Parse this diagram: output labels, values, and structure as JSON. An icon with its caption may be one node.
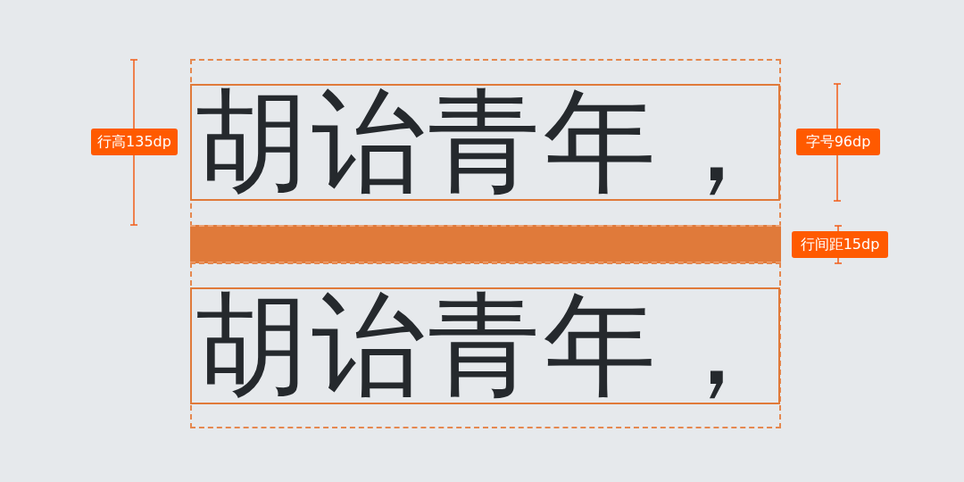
{
  "diagram": {
    "nodes": [
      {
        "text": [],
        "shape": "box"
      },
      {
        "text": [
          "胡诒青年，"
        ],
        "in": 0
      },
      {
        "text": [],
        "shape": "bar"
      },
      {
        "text": [],
        "shape": "box"
      },
      {
        "text": [
          "胡诒青年，"
        ],
        "in": 3
      }
    ],
    "labels": [
      "行高135dp",
      "字号96dp",
      "行间距15dp"
    ]
  }
}
